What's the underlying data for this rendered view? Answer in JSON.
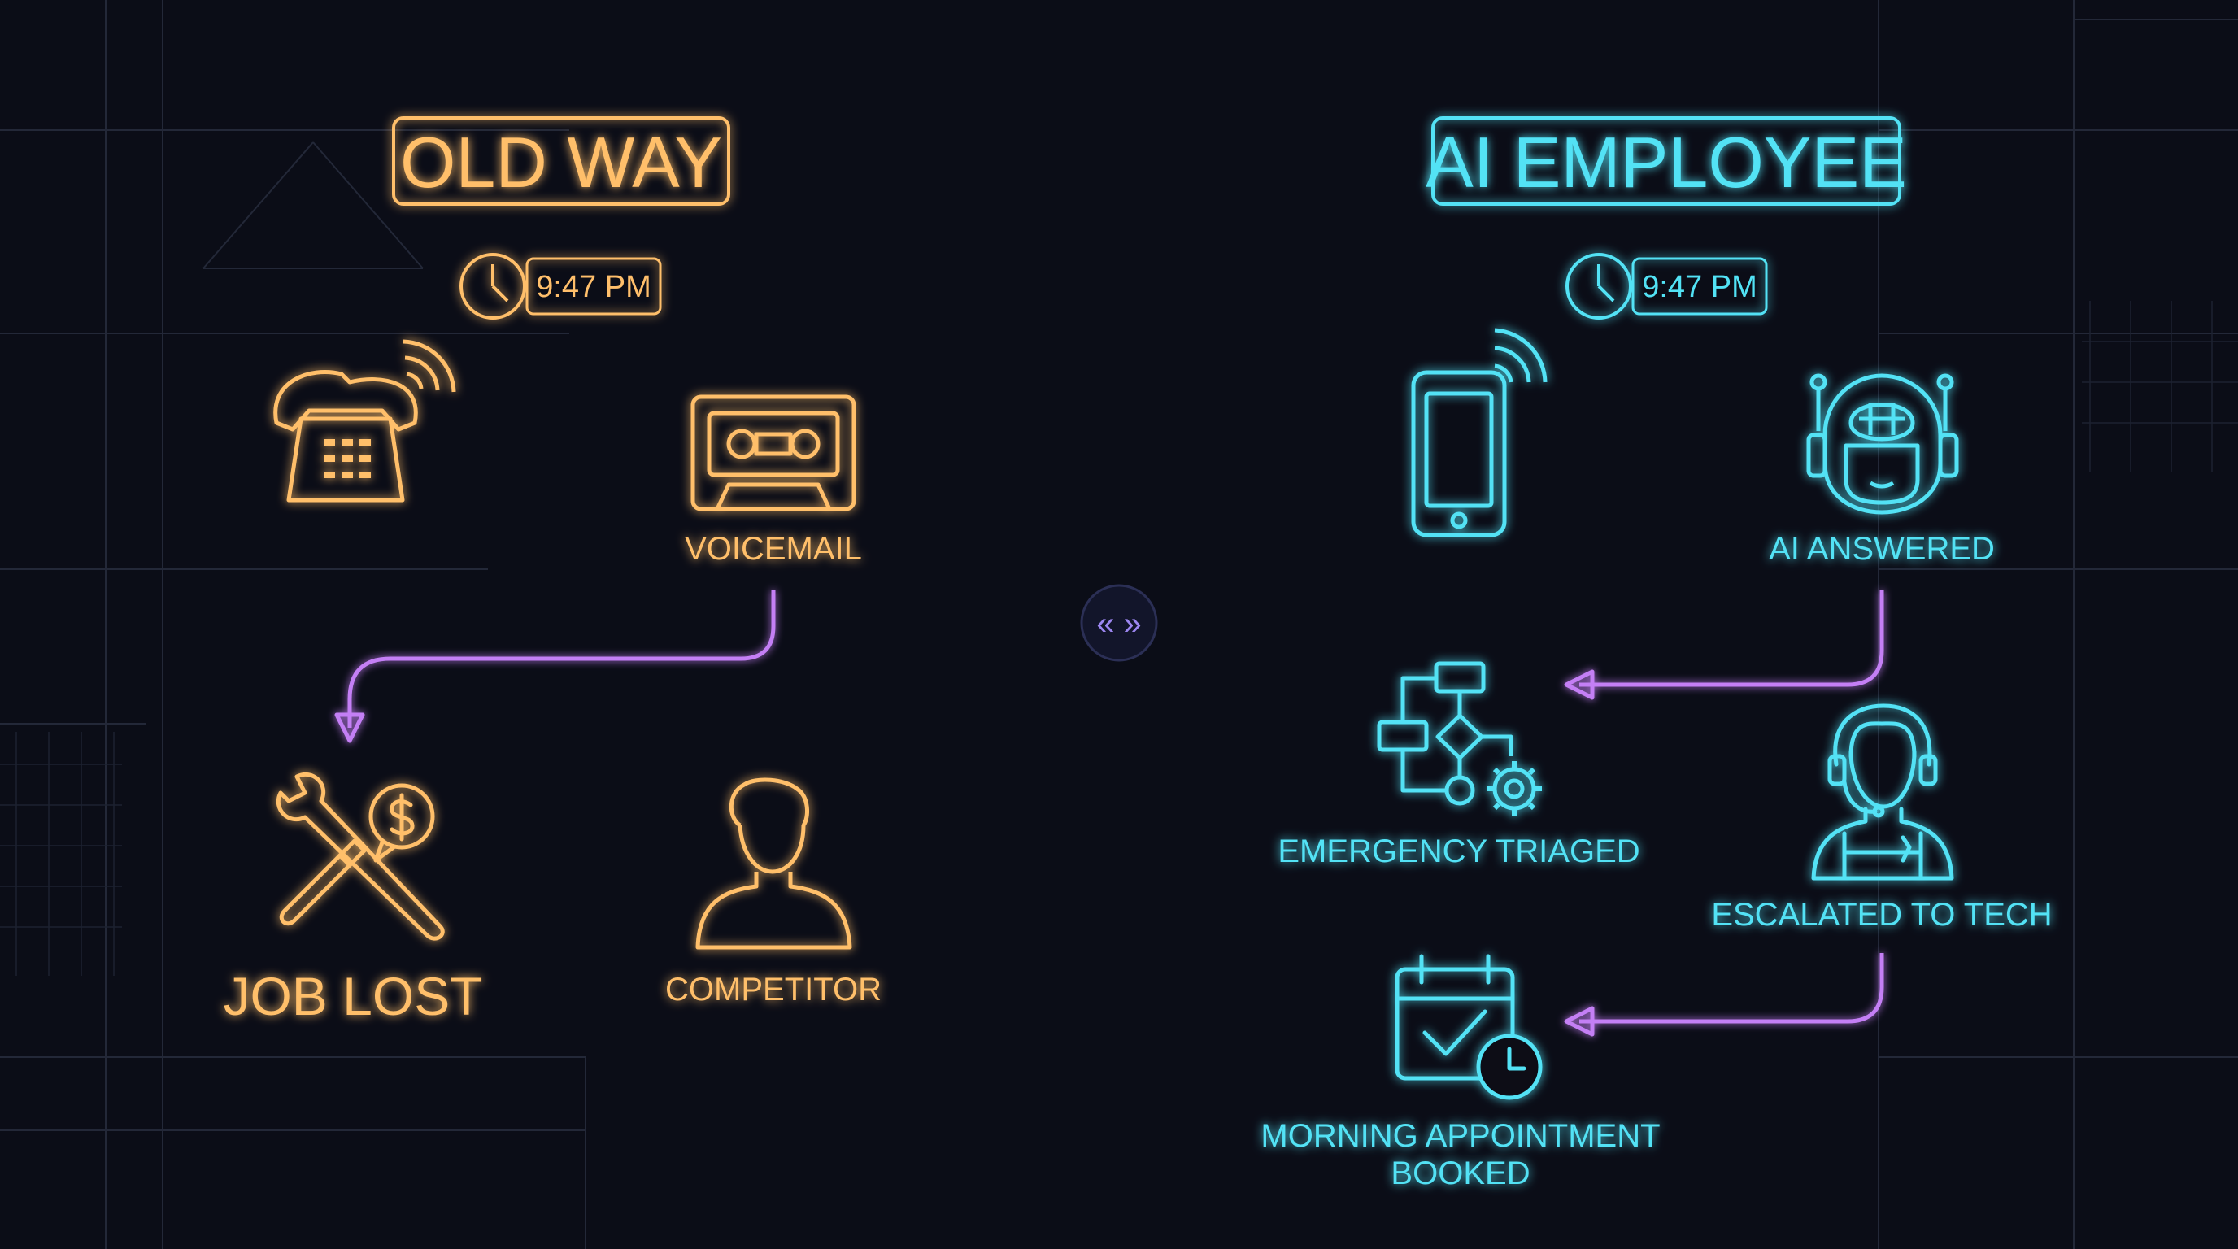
{
  "left_panel": {
    "title": "OLD WAY",
    "time": "9:47 PM",
    "nodes": {
      "phone": {
        "icon": "ringing-phone-icon"
      },
      "voicemail": {
        "label": "VOICEMAIL",
        "icon": "cassette-tape-icon"
      },
      "job_lost": {
        "label": "JOB LOST",
        "icon": "wrench-screwdriver-dollar-icon"
      },
      "competitor": {
        "label": "COMPETITOR",
        "icon": "person-icon"
      }
    }
  },
  "right_panel": {
    "title": "AI EMPLOYEE",
    "time": "9:47 PM",
    "nodes": {
      "phone": {
        "icon": "smartphone-icon"
      },
      "ai_answered": {
        "label": "AI ANSWERED",
        "icon": "robot-head-icon"
      },
      "emergency_triaged": {
        "label": "EMERGENCY TRIAGED",
        "icon": "flowchart-gear-icon"
      },
      "escalated": {
        "label": "ESCALATED TO TECH",
        "icon": "technician-headset-icon"
      },
      "booked": {
        "label_line1": "MORNING APPOINTMENT",
        "label_line2": "BOOKED",
        "icon": "calendar-check-icon"
      }
    }
  },
  "divider": {
    "icon": "swap-arrows-icon",
    "glyph": "« »"
  },
  "colors": {
    "background": "#0b0d17",
    "old_way": "#ffbf6b",
    "ai_employee": "#52e2f5",
    "connector": "#c47ff5",
    "grid_lines": "#2a2f3e"
  }
}
